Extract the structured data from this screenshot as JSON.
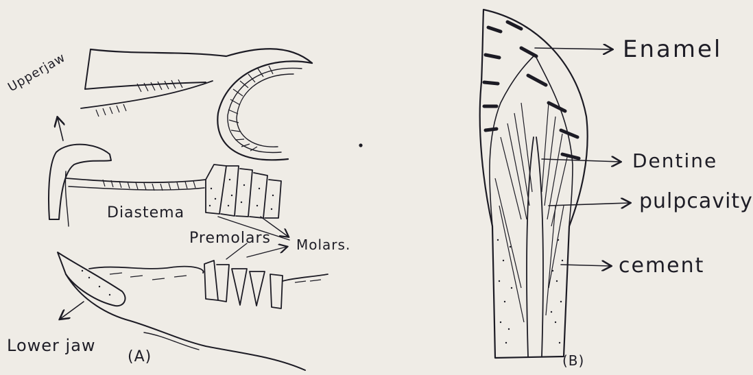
{
  "figure_a": {
    "caption": "(A)",
    "labels": {
      "upper_jaw": "Upperjaw",
      "diastema": "Diastema",
      "premolars": "Premolars",
      "molars": "Molars.",
      "lower_jaw": "Lower jaw"
    }
  },
  "figure_b": {
    "caption": "(B)",
    "labels": {
      "enamel": "Enamel",
      "dentine": "Dentine",
      "pulp_cavity": "pulpcavity",
      "cement": "cement"
    }
  },
  "colors": {
    "paper": "#efece6",
    "ink": "#1c1b24"
  }
}
